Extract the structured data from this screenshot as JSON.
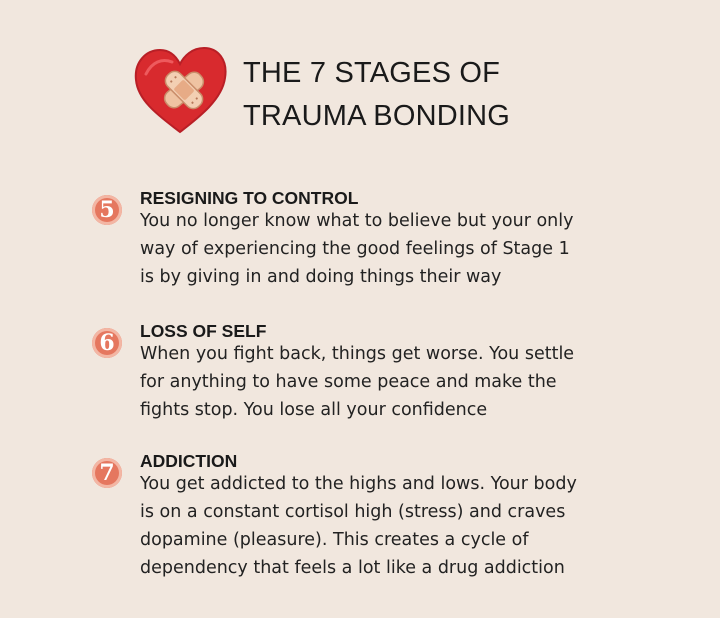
{
  "header": {
    "logo_icon": "heart-bandage-icon",
    "title_lines": [
      "THE 7 STAGES OF",
      "TRAUMA BONDING"
    ]
  },
  "colors": {
    "background": "#f1e7de",
    "badge": "#e5775f",
    "heart": "#d82a2e",
    "bandage": "#efc3a2"
  },
  "stages": [
    {
      "number": "5",
      "heading": "RESIGNING TO CONTROL",
      "lines": [
        "You no longer know what to believe but your only",
        "way of experiencing the good feelings of Stage 1",
        "is by giving in and doing things their way"
      ]
    },
    {
      "number": "6",
      "heading": "LOSS OF SELF",
      "lines": [
        "When you fight back, things get worse. You settle",
        "for anything to have some peace and make the",
        "fights stop. You lose all your confidence"
      ]
    },
    {
      "number": "7",
      "heading": "ADDICTION",
      "lines": [
        "You get addicted to the highs and lows. Your body",
        "is on a constant cortisol high (stress) and craves",
        "dopamine (pleasure). This creates a cycle of",
        "dependency that feels a lot like a drug addiction"
      ]
    }
  ]
}
